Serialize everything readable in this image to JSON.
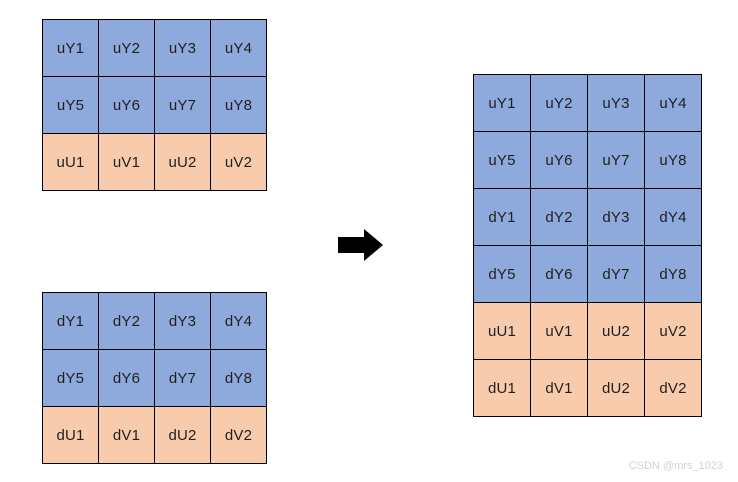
{
  "colors": {
    "background": "#ffffff",
    "y_cell": "#8ea9db",
    "uv_cell": "#f8cbad",
    "cell_border": "#000000",
    "cell_text": "#1f1f1f",
    "arrow": "#000000",
    "watermark_text": "#d2d2d2"
  },
  "grids": {
    "frame_u": {
      "row_kinds": [
        "y",
        "y",
        "uv"
      ],
      "rows": [
        [
          "uY1",
          "uY2",
          "uY3",
          "uY4"
        ],
        [
          "uY5",
          "uY6",
          "uY7",
          "uY8"
        ],
        [
          "uU1",
          "uV1",
          "uU2",
          "uV2"
        ]
      ]
    },
    "frame_d": {
      "row_kinds": [
        "y",
        "y",
        "uv"
      ],
      "rows": [
        [
          "dY1",
          "dY2",
          "dY3",
          "dY4"
        ],
        [
          "dY5",
          "dY6",
          "dY7",
          "dY8"
        ],
        [
          "dU1",
          "dV1",
          "dU2",
          "dV2"
        ]
      ]
    },
    "merged": {
      "row_kinds": [
        "y",
        "y",
        "y",
        "y",
        "uv",
        "uv"
      ],
      "rows": [
        [
          "uY1",
          "uY2",
          "uY3",
          "uY4"
        ],
        [
          "uY5",
          "uY6",
          "uY7",
          "uY8"
        ],
        [
          "dY1",
          "dY2",
          "dY3",
          "dY4"
        ],
        [
          "dY5",
          "dY6",
          "dY7",
          "dY8"
        ],
        [
          "uU1",
          "uV1",
          "uU2",
          "uV2"
        ],
        [
          "dU1",
          "dV1",
          "dU2",
          "dV2"
        ]
      ]
    }
  },
  "arrow": {
    "glyph": "right-block-arrow"
  },
  "watermark": {
    "text": "CSDN @mrs_1023"
  }
}
